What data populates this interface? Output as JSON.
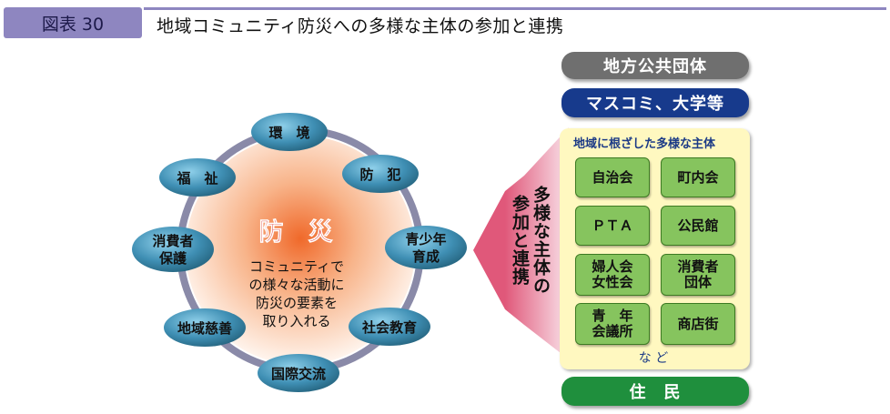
{
  "header": {
    "badge": "図表 30",
    "title": "地域コミュニティ防災への多様な主体の参加と連携"
  },
  "center": {
    "title": "防　災",
    "desc_lines": [
      "コミュニティで",
      "の様々な活動に",
      "防災の要素を",
      "取り入れる"
    ]
  },
  "nodes": [
    {
      "id": "kankyo",
      "lines": [
        "環　境"
      ]
    },
    {
      "id": "bohan",
      "lines": [
        "防　犯"
      ]
    },
    {
      "id": "seishonen",
      "lines": [
        "青少年",
        "育成"
      ]
    },
    {
      "id": "shakai",
      "lines": [
        "社会教育"
      ]
    },
    {
      "id": "kokusai",
      "lines": [
        "国際交流"
      ]
    },
    {
      "id": "chiiki",
      "lines": [
        "地域慈善"
      ]
    },
    {
      "id": "shohisha",
      "lines": [
        "消費者",
        "保護"
      ]
    },
    {
      "id": "fukushi",
      "lines": [
        "福　祉"
      ]
    }
  ],
  "arrow_text": {
    "col1": "多様な主体の",
    "col2": "参加と連携"
  },
  "right": {
    "pill_top": "地方公共団体",
    "pill_mid": "マスコミ、大学等",
    "panel_title": "地域に根ざした多様な主体",
    "boxes": [
      [
        "自治会",
        "町内会"
      ],
      [
        "ＰＴＡ",
        "公民館"
      ],
      [
        "婦人会\n女性会",
        "消費者\n団体"
      ],
      [
        "青　年\n会議所",
        "商店街"
      ]
    ],
    "nado": "な ど",
    "pill_bottom": "住　民"
  },
  "colors": {
    "header_bar": "#8e86c0",
    "pill_top": "#6f6f6f",
    "pill_mid": "#173a8c",
    "pill_bottom": "#1f8f3d",
    "panel_bg": "#fff8c0",
    "box_green": "#86c45e",
    "node_blue": "#3f8fb4",
    "center_red": "#d9221a",
    "arrow_pink": "#e26a85"
  }
}
